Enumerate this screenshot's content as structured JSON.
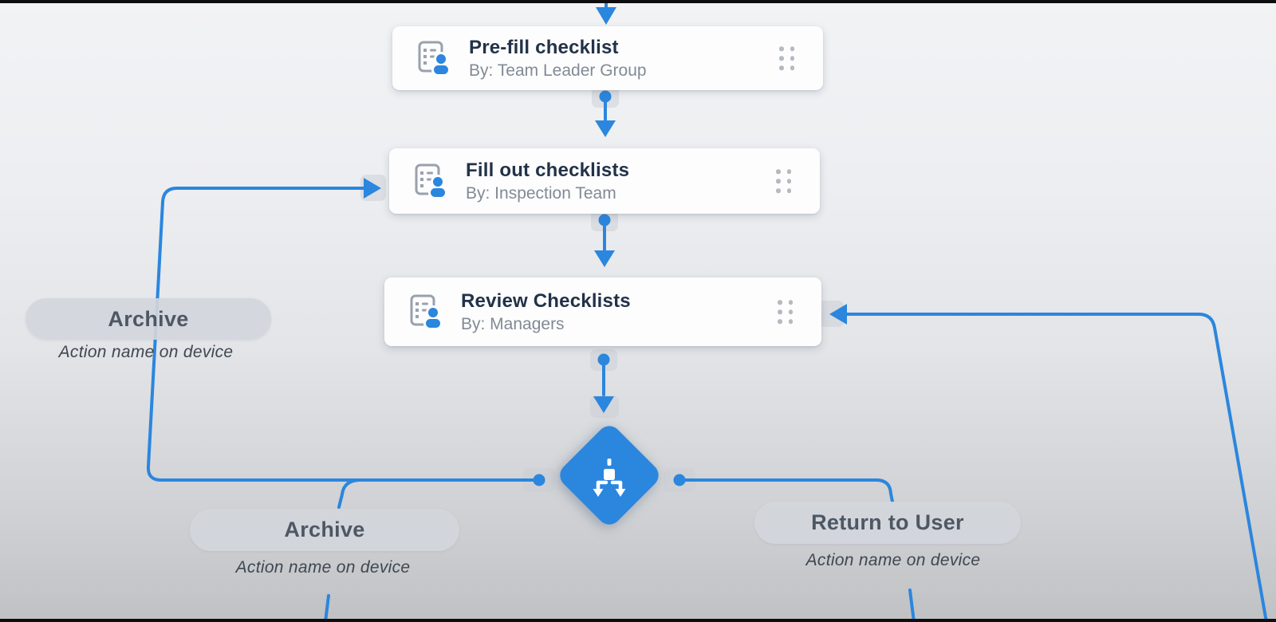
{
  "app": {
    "view": "workflow-canvas"
  },
  "colors": {
    "accent_blue": "#2b86de",
    "card_background": "#fdfdfe",
    "pill_background": "#d3d6db",
    "title_text": "#223248",
    "subtitle_text": "#828a95"
  },
  "nodes": [
    {
      "title": "Pre-fill checklist",
      "assignee": "By: Team Leader Group",
      "icon": "checklist-assignee-icon",
      "handle": "drag-handle"
    },
    {
      "title": "Fill out checklists",
      "assignee": "By: Inspection Team",
      "icon": "checklist-assignee-icon",
      "handle": "drag-handle"
    },
    {
      "title": "Review Checklists",
      "assignee": "By: Managers",
      "icon": "checklist-assignee-icon",
      "handle": "drag-handle"
    }
  ],
  "decision": {
    "shape": "diamond",
    "icon": "branch-split-icon"
  },
  "edge_labels": [
    {
      "label": "Archive",
      "caption": "Action name on device",
      "position": "left"
    },
    {
      "label": "Archive",
      "caption": "Action name on device",
      "position": "bottom-left"
    },
    {
      "label": "Return to User",
      "caption": "Action name on device",
      "position": "bottom-right"
    }
  ]
}
